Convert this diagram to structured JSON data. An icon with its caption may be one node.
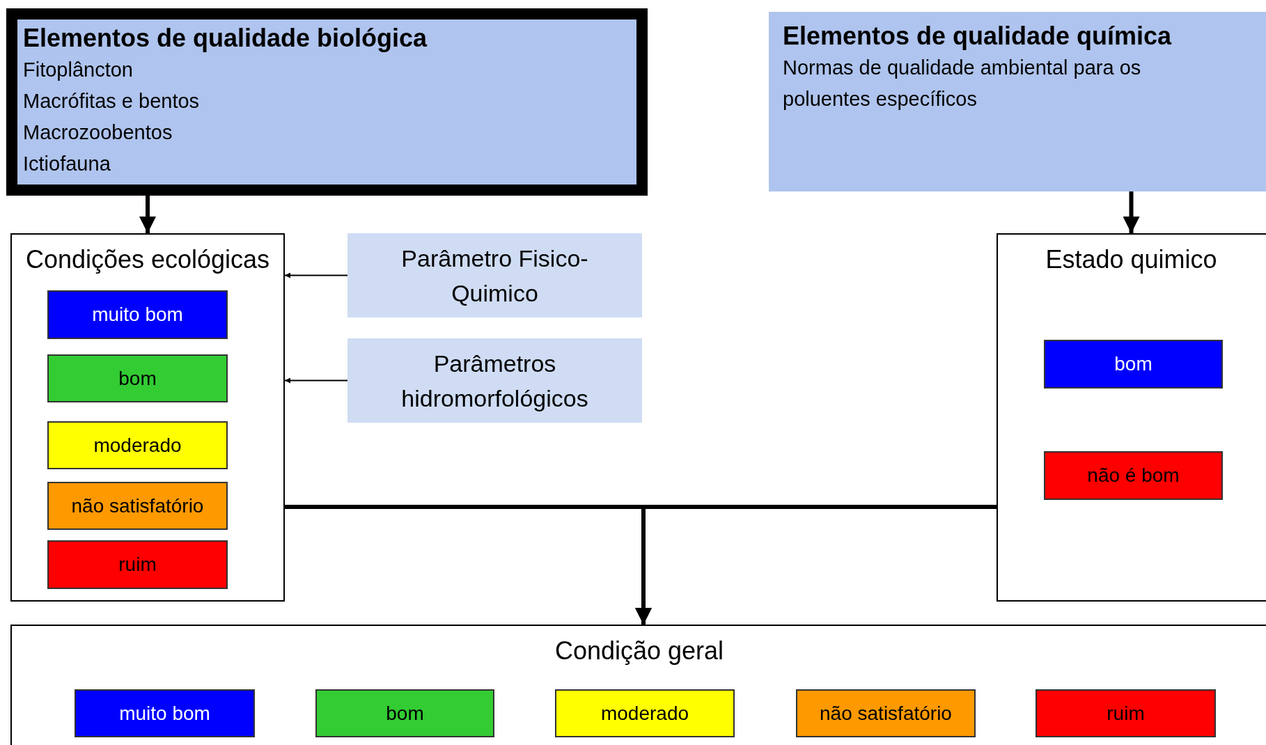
{
  "diagram": {
    "nodes": [
      {
        "text": [
          "Elementos de qualidade biológica",
          "Fitoplâncton",
          "Macrófitas e bentos",
          "Macrozoobentos",
          "Ictiofauna"
        ]
      },
      {
        "text": [
          "Elementos de qualidade química",
          "Normas de qualidade ambiental para os poluentes específicos"
        ]
      },
      {
        "text": [
          "Condições ecológicas"
        ]
      },
      {
        "text": [
          "muito bom"
        ],
        "in": 2
      },
      {
        "text": [
          "bom"
        ],
        "in": 2
      },
      {
        "text": [
          "moderado"
        ],
        "in": 2
      },
      {
        "text": [
          "não satisfatório"
        ],
        "in": 2
      },
      {
        "text": [
          "ruim"
        ],
        "in": 2
      },
      {
        "text": [
          "Parâmetro Fisico-Quimico"
        ]
      },
      {
        "text": [
          "Parâmetros hidromorfológicos"
        ]
      },
      {
        "text": [
          "Estado quimico"
        ]
      },
      {
        "text": [
          "bom"
        ],
        "in": 10
      },
      {
        "text": [
          "não é bom"
        ],
        "in": 10
      },
      {
        "text": [
          "Condição geral"
        ]
      },
      {
        "text": [
          "muito bom"
        ],
        "in": 13
      },
      {
        "text": [
          "bom"
        ],
        "in": 13
      },
      {
        "text": [
          "moderado"
        ],
        "in": 13
      },
      {
        "text": [
          "não satisfatório"
        ],
        "in": 13
      },
      {
        "text": [
          "ruim"
        ],
        "in": 13
      }
    ],
    "edges": [
      {
        "from": 0,
        "to": 2,
        "arrow": "to"
      },
      {
        "from": 1,
        "to": 10,
        "arrow": "to"
      },
      {
        "from": 8,
        "to": 2,
        "arrow": "to"
      },
      {
        "from": 9,
        "to": 2,
        "arrow": "to"
      },
      {
        "from": 2,
        "to": 13,
        "arrow": "to"
      },
      {
        "from": 10,
        "to": 13,
        "arrow": "to"
      }
    ]
  }
}
